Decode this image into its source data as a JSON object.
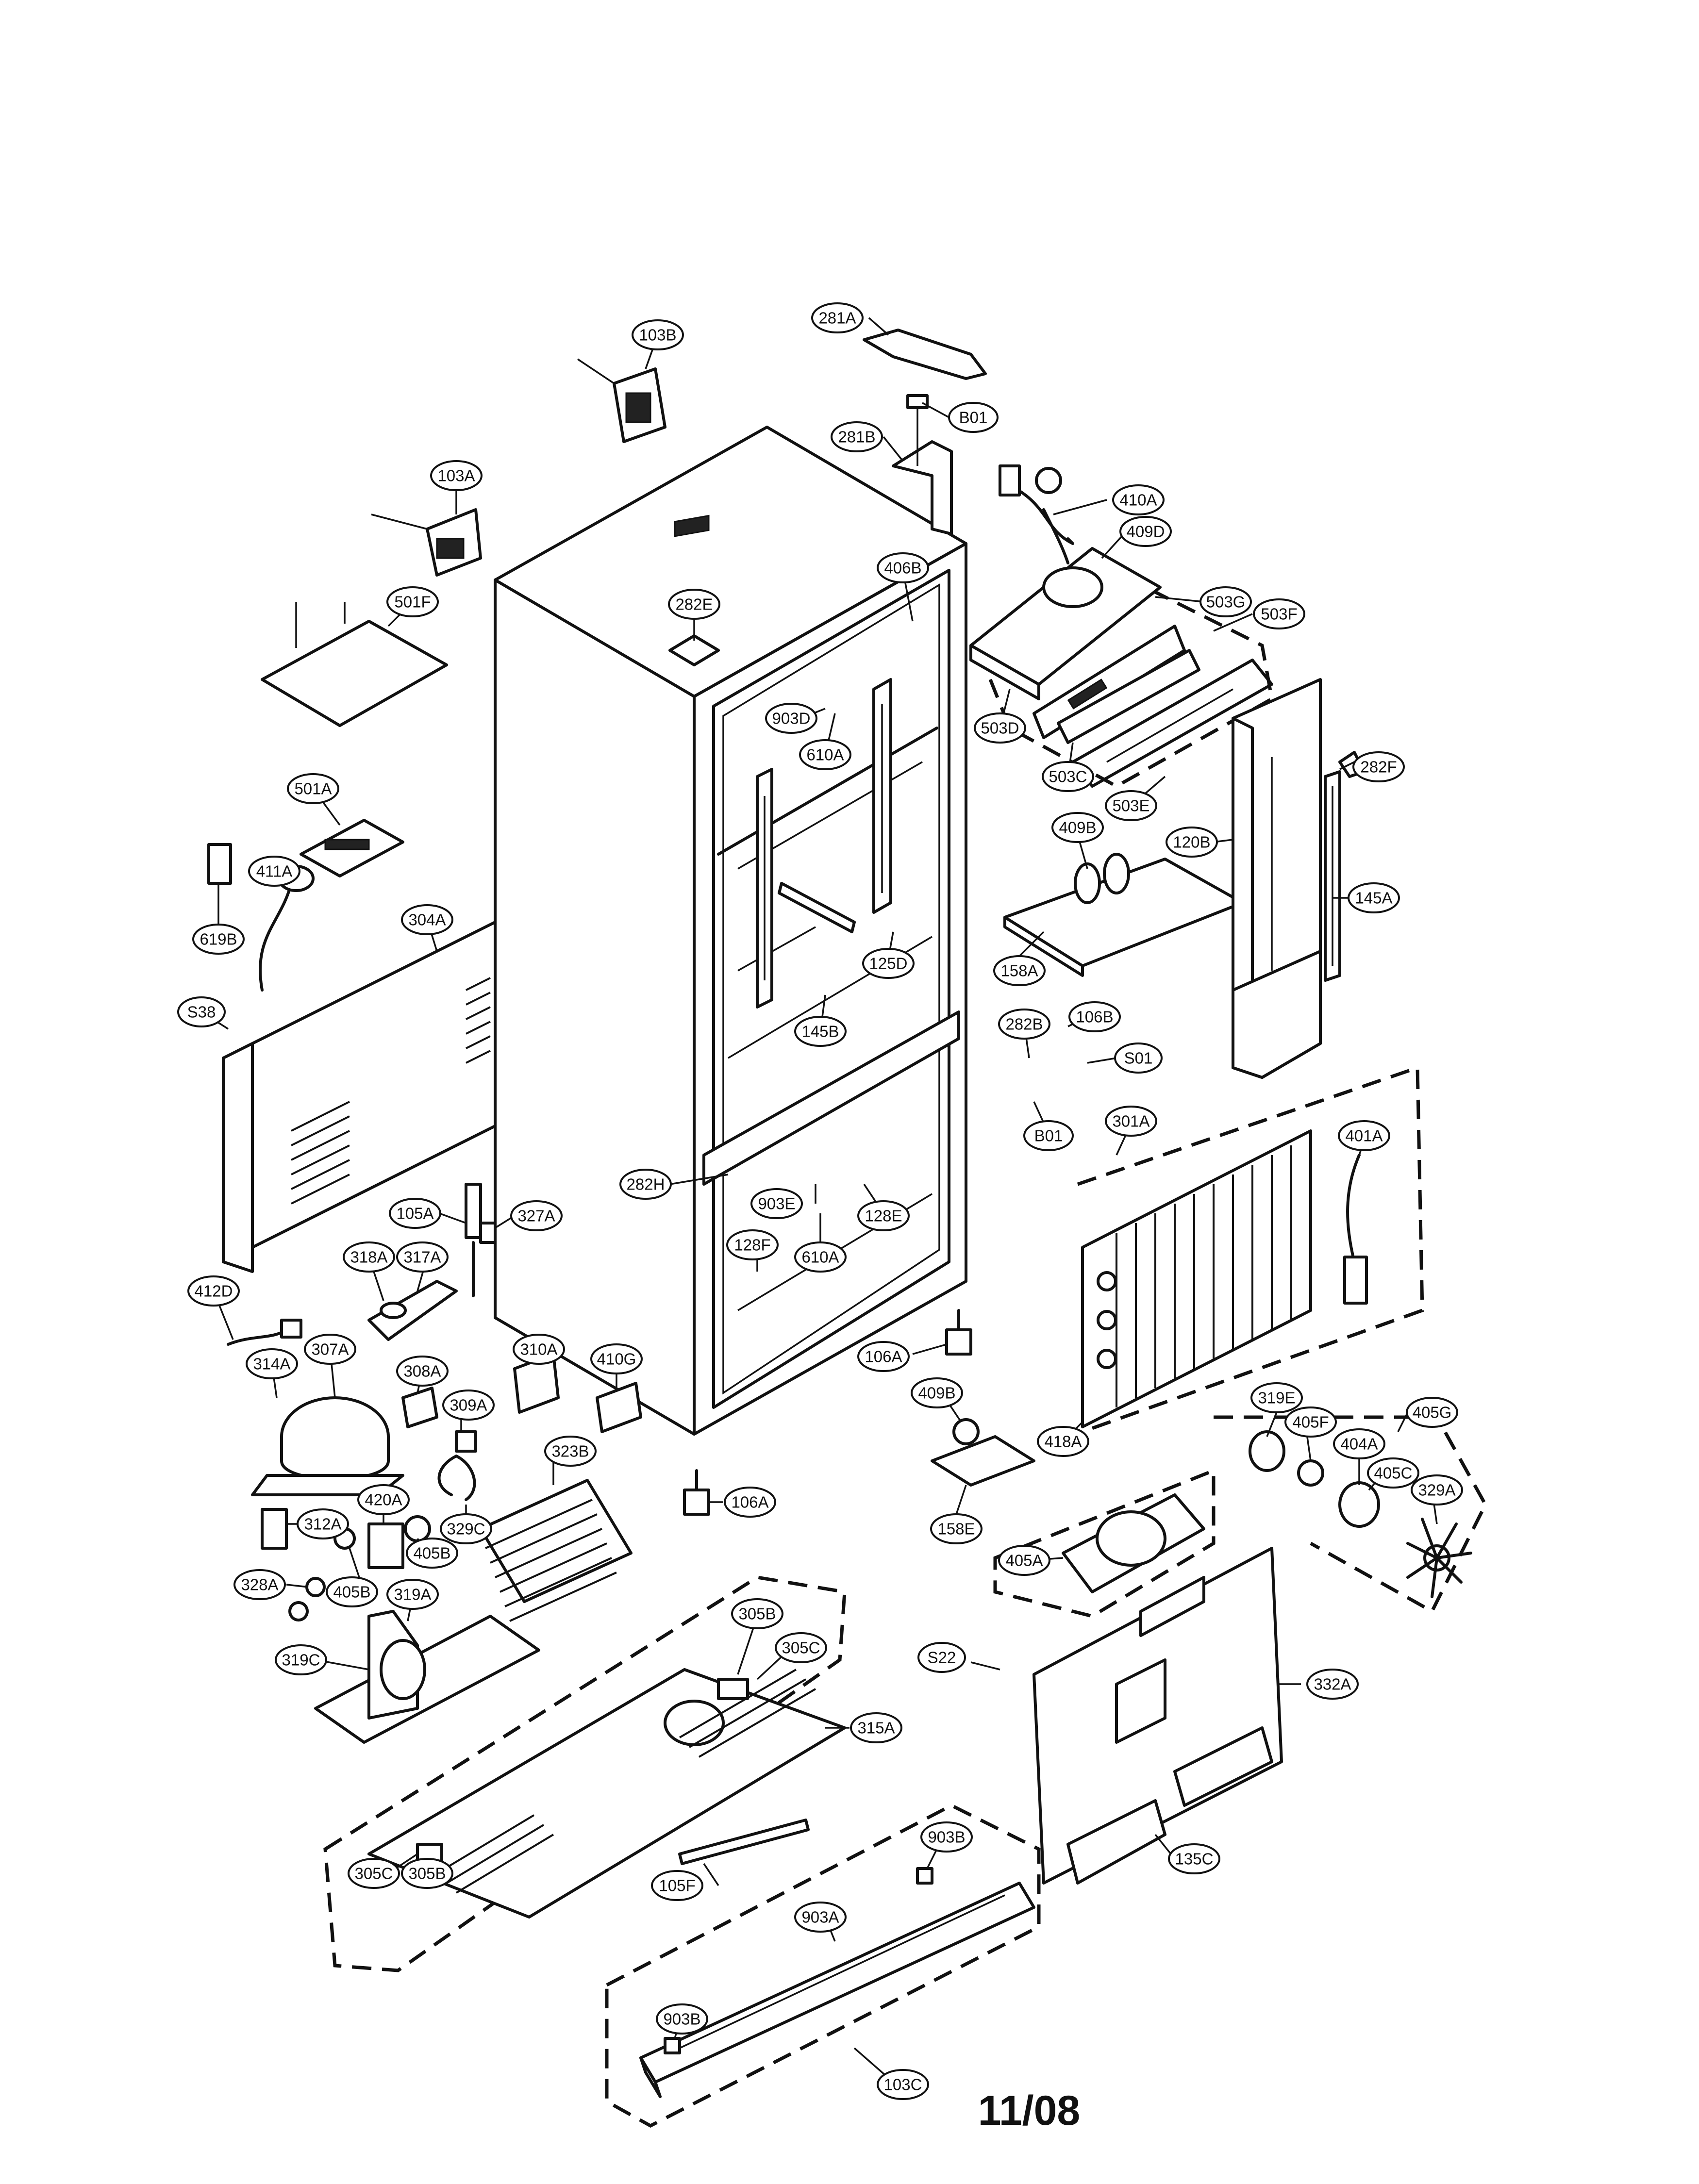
{
  "page_number": "11/08",
  "callouts": [
    {
      "id": "103B",
      "label": "103B"
    },
    {
      "id": "281A",
      "label": "281A"
    },
    {
      "id": "B01_top",
      "label": "B01"
    },
    {
      "id": "281B",
      "label": "281B"
    },
    {
      "id": "103A",
      "label": "103A"
    },
    {
      "id": "410A",
      "label": "410A"
    },
    {
      "id": "409D",
      "label": "409D"
    },
    {
      "id": "406B",
      "label": "406B"
    },
    {
      "id": "282E",
      "label": "282E"
    },
    {
      "id": "503G",
      "label": "503G"
    },
    {
      "id": "501F",
      "label": "501F"
    },
    {
      "id": "503F",
      "label": "503F"
    },
    {
      "id": "903D_top",
      "label": "903D"
    },
    {
      "id": "503D",
      "label": "503D"
    },
    {
      "id": "610A_top",
      "label": "610A"
    },
    {
      "id": "503C",
      "label": "503C"
    },
    {
      "id": "282F",
      "label": "282F"
    },
    {
      "id": "501A",
      "label": "501A"
    },
    {
      "id": "503E",
      "label": "503E"
    },
    {
      "id": "409B_top",
      "label": "409B"
    },
    {
      "id": "120B",
      "label": "120B"
    },
    {
      "id": "411A",
      "label": "411A"
    },
    {
      "id": "304A",
      "label": "304A"
    },
    {
      "id": "145A",
      "label": "145A"
    },
    {
      "id": "619B",
      "label": "619B"
    },
    {
      "id": "125D",
      "label": "125D"
    },
    {
      "id": "158A",
      "label": "158A"
    },
    {
      "id": "S38",
      "label": "S38"
    },
    {
      "id": "145B",
      "label": "145B"
    },
    {
      "id": "282B",
      "label": "282B"
    },
    {
      "id": "106B",
      "label": "106B"
    },
    {
      "id": "S01",
      "label": "S01"
    },
    {
      "id": "B01_mid",
      "label": "B01"
    },
    {
      "id": "301A",
      "label": "301A"
    },
    {
      "id": "401A",
      "label": "401A"
    },
    {
      "id": "282H",
      "label": "282H"
    },
    {
      "id": "903E",
      "label": "903E"
    },
    {
      "id": "128E",
      "label": "128E"
    },
    {
      "id": "105A",
      "label": "105A"
    },
    {
      "id": "327A",
      "label": "327A"
    },
    {
      "id": "128F",
      "label": "128F"
    },
    {
      "id": "610A_mid",
      "label": "610A"
    },
    {
      "id": "318A",
      "label": "318A"
    },
    {
      "id": "317A",
      "label": "317A"
    },
    {
      "id": "412D",
      "label": "412D"
    },
    {
      "id": "307A",
      "label": "307A"
    },
    {
      "id": "310A",
      "label": "310A"
    },
    {
      "id": "410G",
      "label": "410G"
    },
    {
      "id": "106A_right",
      "label": "106A"
    },
    {
      "id": "314A",
      "label": "314A"
    },
    {
      "id": "308A",
      "label": "308A"
    },
    {
      "id": "409B_low",
      "label": "409B"
    },
    {
      "id": "418A",
      "label": "418A"
    },
    {
      "id": "319E",
      "label": "319E"
    },
    {
      "id": "405F",
      "label": "405F"
    },
    {
      "id": "405G",
      "label": "405G"
    },
    {
      "id": "309A",
      "label": "309A"
    },
    {
      "id": "323B",
      "label": "323B"
    },
    {
      "id": "404A",
      "label": "404A"
    },
    {
      "id": "405C",
      "label": "405C"
    },
    {
      "id": "329A",
      "label": "329A"
    },
    {
      "id": "420A",
      "label": "420A"
    },
    {
      "id": "106A_bottom",
      "label": "106A"
    },
    {
      "id": "329C",
      "label": "329C"
    },
    {
      "id": "312A",
      "label": "312A"
    },
    {
      "id": "158E",
      "label": "158E"
    },
    {
      "id": "405B_upper",
      "label": "405B"
    },
    {
      "id": "405A",
      "label": "405A"
    },
    {
      "id": "328A",
      "label": "328A"
    },
    {
      "id": "405B_lower",
      "label": "405B"
    },
    {
      "id": "319A",
      "label": "319A"
    },
    {
      "id": "305B_top",
      "label": "305B"
    },
    {
      "id": "319C",
      "label": "319C"
    },
    {
      "id": "305C_top",
      "label": "305C"
    },
    {
      "id": "S22",
      "label": "S22"
    },
    {
      "id": "332A",
      "label": "332A"
    },
    {
      "id": "315A",
      "label": "315A"
    },
    {
      "id": "903B_right",
      "label": "903B"
    },
    {
      "id": "105F",
      "label": "105F"
    },
    {
      "id": "135C",
      "label": "135C"
    },
    {
      "id": "305C_bottom",
      "label": "305C"
    },
    {
      "id": "305B_bottom",
      "label": "305B"
    },
    {
      "id": "903A",
      "label": "903A"
    },
    {
      "id": "903B_left",
      "label": "903B"
    },
    {
      "id": "103C",
      "label": "103C"
    }
  ]
}
